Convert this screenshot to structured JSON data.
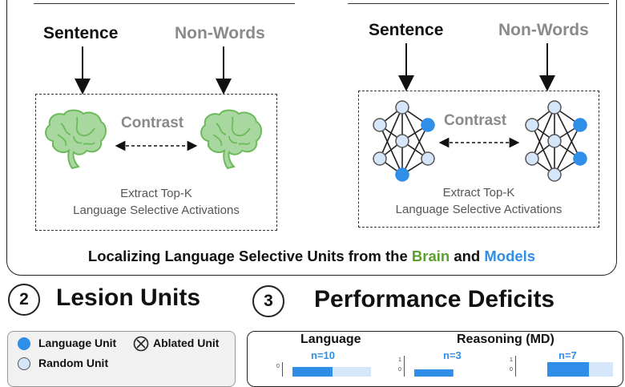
{
  "panel1": {
    "left": {
      "sentence_label": "Sentence",
      "nonwords_label": "Non-Words",
      "contrast_label": "Contrast",
      "extract_line1": "Extract Top-K",
      "extract_line2": "Language Selective Activations"
    },
    "right": {
      "sentence_label": "Sentence",
      "nonwords_label": "Non-Words",
      "contrast_label": "Contrast",
      "extract_line1": "Extract Top-K",
      "extract_line2": "Language Selective Activations"
    },
    "caption": {
      "prefix": "Localizing Language Selective Units from the ",
      "brain": "Brain",
      "middle": " and ",
      "models": "Models"
    }
  },
  "section2": {
    "number": "2",
    "title": "Lesion Units"
  },
  "section3": {
    "number": "3",
    "title": "Performance Deficits"
  },
  "legend": {
    "language_unit": "Language Unit",
    "ablated_unit": "Ablated Unit",
    "random_unit": "Random Unit"
  },
  "performance": {
    "language_title": "Language",
    "reasoning_title": "Reasoning (MD)",
    "charts": [
      {
        "n_label": "n=10",
        "tick_top": "0"
      },
      {
        "n_label": "n=3",
        "tick_top": "1",
        "tick_mid": "0"
      },
      {
        "n_label": "n=7",
        "tick_top": "1",
        "tick_mid": "0"
      }
    ]
  },
  "colors": {
    "brain_green": "#a8d8a0",
    "brain_outline": "#6cba5a",
    "model_blue": "#2f8ee8",
    "node_light": "#d6e6fa",
    "caption_green": "#5aa02c",
    "caption_blue": "#2f8ee8"
  }
}
